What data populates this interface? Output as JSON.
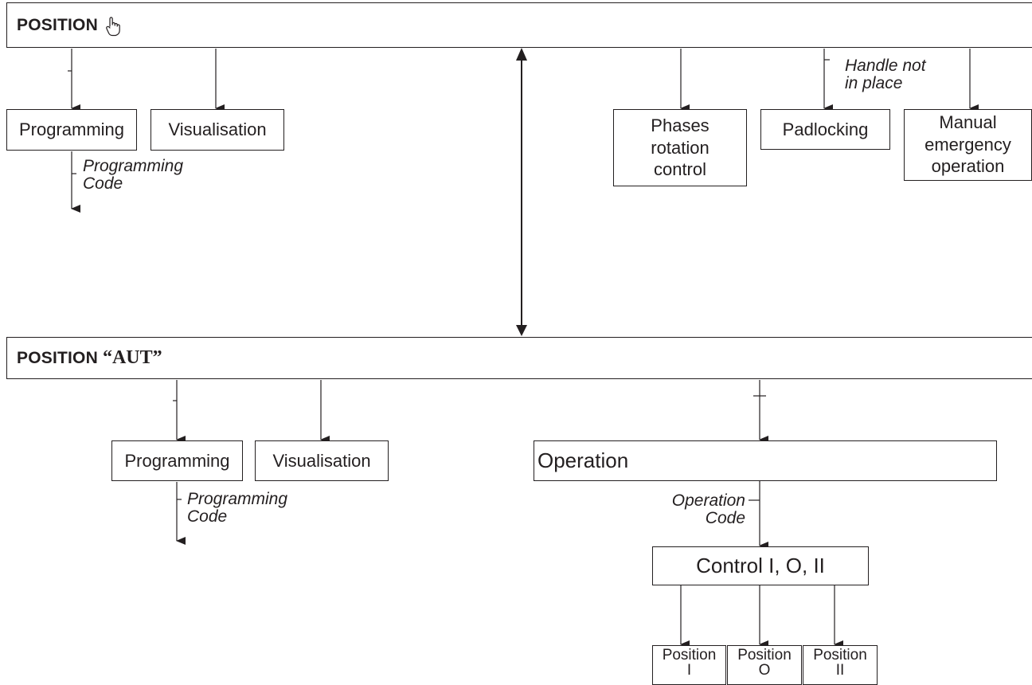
{
  "sections": {
    "manual": {
      "title": "POSITION",
      "quote": "",
      "icon": "pointing-hand-icon"
    },
    "auto": {
      "title": "POSITION",
      "quote": "“AUT”"
    }
  },
  "manual_menu": {
    "programming": "Programming",
    "visualisation": "Visualisation",
    "programming_code_note": "Programming\nCode",
    "phases_rotation": "Phases\nrotation\ncontrol",
    "padlocking": "Padlocking",
    "handle_note": "Handle not\nin place",
    "manual_emergency": "Manual\nemergency\noperation"
  },
  "auto_menu": {
    "programming": "Programming",
    "visualisation": "Visualisation",
    "programming_code_note": "Programming\nCode",
    "operation": "Operation",
    "operation_code_note": "Operation\nCode",
    "control": "Control I, O, II",
    "positions": [
      "Position\nI",
      "Position\nO",
      "Position\nII"
    ]
  }
}
